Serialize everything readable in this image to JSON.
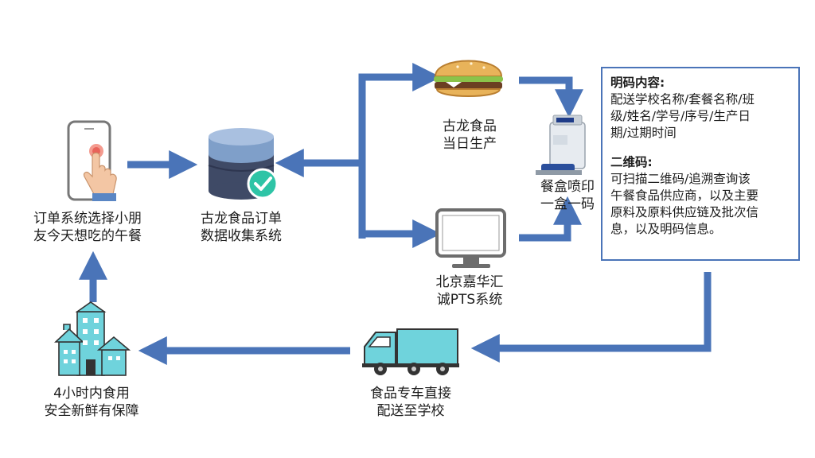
{
  "nodes": {
    "order": {
      "lines": [
        "订单系统选择小朋",
        "友今天想吃的午餐"
      ]
    },
    "database": {
      "lines": [
        "古龙食品订单",
        "数据收集系统"
      ]
    },
    "production": {
      "lines": [
        "古龙食品",
        "当日生产"
      ]
    },
    "pts": {
      "lines": [
        "北京嘉华汇",
        "诚PTS系统"
      ]
    },
    "printer": {
      "lines": [
        "餐盒喷印",
        "一盒一码"
      ]
    },
    "delivery": {
      "lines": [
        "食品专车直接",
        "配送至学校"
      ]
    },
    "school": {
      "lines": [
        "4小时内食用",
        "安全新鲜有保障"
      ]
    }
  },
  "info_box": {
    "plain_heading": "明码内容:",
    "plain_lines": [
      "配送学校名称/套餐名称/班",
      "级/姓名/学号/序号/生产日",
      "期/过期时间"
    ],
    "qr_heading": "二维码:",
    "qr_lines": [
      "可扫描二维码/追溯查询该",
      "午餐食品供应商，以及主要",
      "原料及原料供应链及批次信",
      "息，以及明码信息。"
    ]
  },
  "colors": {
    "arrow": "#4a74b8",
    "truck": "#6fd3dc",
    "building": "#6fd3dc",
    "check": "#2ec4a6",
    "db_light": "#7f9fc9",
    "db_dark": "#3f4a66"
  },
  "icons": {
    "order": "phone-tap-icon",
    "database": "database-check-icon",
    "production": "burger-icon",
    "pts": "monitor-icon",
    "printer": "inkjet-printer-icon",
    "delivery": "truck-icon",
    "school": "school-building-icon"
  }
}
